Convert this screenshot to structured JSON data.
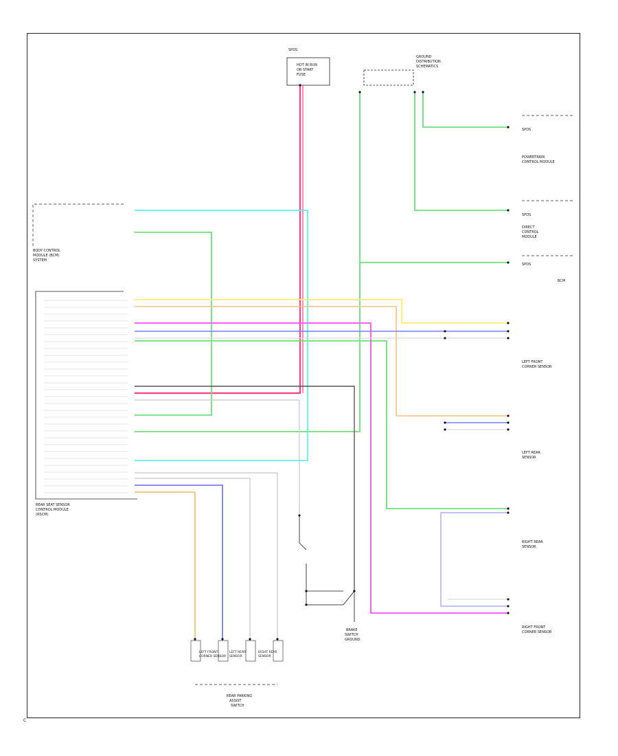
{
  "page_code": "C",
  "colors": {
    "pink": "#ff3f7f",
    "green": "#6fe07a",
    "cyan": "#5ff0f0",
    "yellow": "#ffee70",
    "orange": "#ffc07a",
    "blue": "#7a7cff",
    "magenta": "#ff4dff",
    "dark": "#555555",
    "grey": "#bdbdbd",
    "black": "#111111"
  },
  "components": {
    "top": {
      "label": "SPDS",
      "lines": [
        "HOT IN RUN",
        "OR START",
        "FUSE"
      ]
    },
    "top_right": {
      "lines": [
        "GROUND",
        "DISTRIBUTION",
        "SCHEMATICS"
      ]
    },
    "right_1": {
      "lines": [
        "SPDS",
        "POWERTRAIN",
        "CONTROL MODULE"
      ]
    },
    "right_2": {
      "lines": [
        "SPDS",
        "DIRECT",
        "CONTROL",
        "MODULE"
      ]
    },
    "right_3": {
      "lines": [
        "SPDS",
        "BCM"
      ]
    },
    "left_top": {
      "lines": [
        "BODY CONTROL",
        "MODULE (BCM)",
        "SYSTEM"
      ]
    },
    "left_main": {
      "lines": [
        "REAR SEAT SENSOR",
        "CONTROL MODULE",
        "(RSCM)"
      ]
    },
    "sensor_lf": {
      "lines": [
        "LEFT FRONT",
        "CORNER SENSOR"
      ]
    },
    "sensor_lr": {
      "lines": [
        "LEFT REAR",
        "SENSOR"
      ]
    },
    "sensor_rr": {
      "lines": [
        "RIGHT REAR",
        "SENSOR"
      ]
    },
    "sensor_rf": {
      "lines": [
        "RIGHT FRONT",
        "CORNER SENSOR"
      ]
    },
    "bottom_cluster": {
      "lines": [
        "REAR PARKING",
        "ASSIST",
        "SWITCH"
      ]
    },
    "bottom_center": {
      "lines": [
        "BRAKE",
        "SWITCH",
        "GROUND"
      ]
    }
  }
}
